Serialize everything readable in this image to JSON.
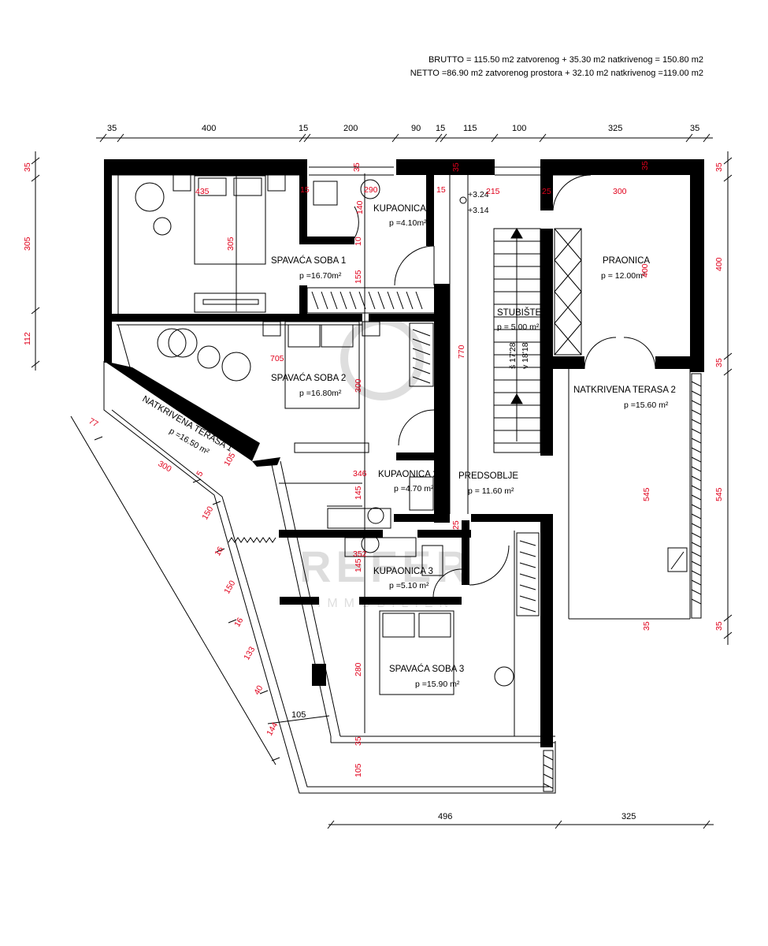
{
  "summary": {
    "brutto": "BRUTTO = 115.50 m2 zatvorenog + 35.30 m2 natkrivenog = 150.80 m2",
    "netto": "NETTO =86.90 m2 zatvorenog prostora + 32.10 m2 natkrivenog =119.00 m2"
  },
  "rooms": {
    "spavaca1": {
      "name": "SPAVAĆA SOBA 1",
      "area": "p =16.70m²"
    },
    "spavaca2": {
      "name": "SPAVAĆA SOBA 2",
      "area": "p =16.80m²"
    },
    "spavaca3": {
      "name": "SPAVAĆA SOBA 3",
      "area": "p =15.90 m²"
    },
    "kupaonica1": {
      "name": "KUPAONICA 1",
      "area": "p =4.10m²"
    },
    "kupaonica2": {
      "name": "KUPAONICA 2",
      "area": "p =4.70 m²"
    },
    "kupaonica3": {
      "name": "KUPAONICA 3",
      "area": "p =5.10 m²"
    },
    "stubiste": {
      "name": "STUBIŠTE",
      "area": "p = 5.00 m²"
    },
    "praonica": {
      "name": "PRAONICA",
      "area": "p = 12.00m²"
    },
    "predsoblje": {
      "name": "PREDSOBLJE",
      "area": "p = 11.60 m²"
    },
    "terasa1": {
      "name": "NATKRIVENA TERASA 1",
      "area": "p =16.50 m²"
    },
    "terasa2": {
      "name": "NATKRIVENA TERASA 2",
      "area": "p =15.60 m²"
    }
  },
  "stair": {
    "steps": "š 17'28",
    "rise": "v 18'18"
  },
  "levels": {
    "upper": "+3.24",
    "lower": "+3.14"
  },
  "dims_top": [
    "35",
    "400",
    "15",
    "200",
    "90",
    "15",
    "115",
    "100",
    "325",
    "35"
  ],
  "dims_left": [
    "35",
    "305",
    "112"
  ],
  "dims_right": [
    "35",
    "400",
    "35",
    "545",
    "35"
  ],
  "dims_bottom": [
    "496",
    "325"
  ],
  "dims_diag": [
    "77",
    "300",
    "105",
    "5",
    "150",
    "16",
    "150",
    "16",
    "133",
    "40",
    "144",
    "105"
  ],
  "dims_inner": {
    "d435": "435",
    "d305": "305",
    "d705": "705",
    "d300a": "300",
    "d770": "770",
    "d290": "290",
    "d140": "140",
    "d155": "155",
    "d346": "346",
    "d145a": "145",
    "d352": "352",
    "d145b": "145",
    "d280": "280",
    "d215": "215",
    "d25a": "25",
    "d300b": "300",
    "d400": "400",
    "d545": "545",
    "d35a": "35",
    "d35b": "35",
    "d105": "105",
    "d35c": "35",
    "d15a": "15",
    "d15b": "15",
    "d10": "10",
    "d25b": "25",
    "d35d": "35",
    "d35e": "35"
  },
  "watermark": {
    "brand": "REFER",
    "sub": "IMMOBILIEN"
  }
}
